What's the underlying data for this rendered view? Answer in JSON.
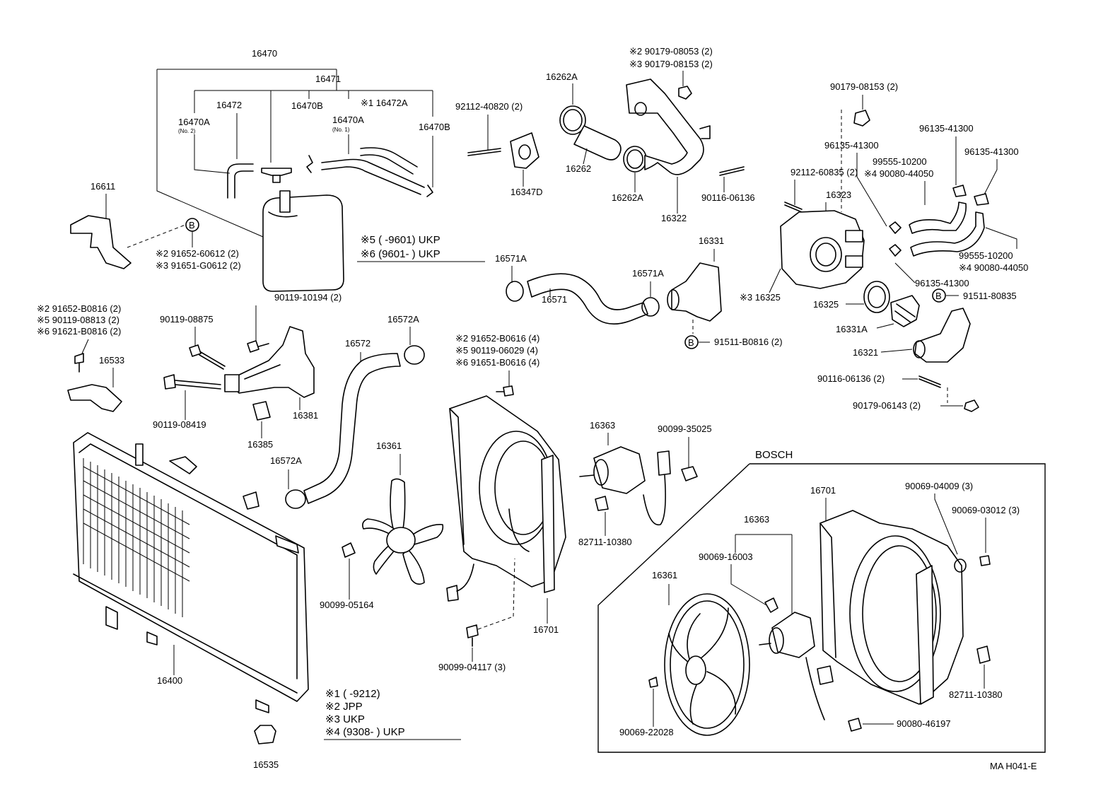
{
  "labels": {
    "reservoir_assy": "16470",
    "reservoir_sub": "16471",
    "hose_16472": "16472",
    "cap_16470b_a": "16470B",
    "hose_16472a": "※1 16472A",
    "hose_16470a_no2": "16470A",
    "no2_tag": "(No. 2)",
    "hose_16470a_no1": "16470A",
    "no1_tag": "(No. 1)",
    "clip_16470b_b": "16470B",
    "bracket_16611": "16611",
    "b_marker_1": "B",
    "bolt_91652_60612": "※2 91652-60612 (2)",
    "bolt_91651_g0612": "※3 91651-G0612 (2)",
    "note5_hdr": "※5 (      -9601) UKP",
    "note6_hdr": "※6 (9601-        ) UKP",
    "stud_92112_40820": "92112-40820 (2)",
    "gasket_16347d": "16347D",
    "clamp_16262a_a": "16262A",
    "hose_16262": "16262",
    "clamp_16262a_b": "16262A",
    "nut_90179_08053": "※2 90179-08053 (2)",
    "nut_90179_08153_a": "※3 90179-08153 (2)",
    "pipe_16322": "16322",
    "stud_90116_06136_a": "90116-06136",
    "stud_92112_60835": "92112-60835 (2)",
    "housing_16323": "16323",
    "nut_90179_08153_b": "90179-08153 (2)",
    "clamp_96135_41300_a": "96135-41300",
    "clamp_96135_41300_b": "96135-41300",
    "clamp_96135_41300_c": "96135-41300",
    "clamp_96135_41300_d": "96135-41300",
    "hose_99555_10200_a": "99555-10200",
    "hose_99555_10200_b": "99555-10200",
    "hose_90080_44050_a": "※4 90080-44050",
    "hose_90080_44050_b": "※4 90080-44050",
    "gasket_16325_a": "※3 16325",
    "gasket_16325_b": "16325",
    "bolt_91511_80835": "91511-80835",
    "b_marker_2": "B",
    "thermostat_16331a": "16331A",
    "inlet_16321": "16321",
    "stud_90116_06136_b": "90116-06136 (2)",
    "nut_90179_06143": "90179-06143 (2)",
    "clamp_16571a_a": "16571A",
    "hose_16571": "16571",
    "clamp_16571a_b": "16571A",
    "outlet_16331": "16331",
    "b_marker_3": "B",
    "bolt_91511_b0816": "91511-B0816 (2)",
    "bolt_91652_b0816": "※2 91652-B0816 (2)",
    "bolt_90119_08813": "※5 90119-08813 (2)",
    "bolt_91621_b0816": "※6 91621-B0816 (2)",
    "bolt_90119_10194": "90119-10194 (2)",
    "bolt_90119_08875": "90119-08875",
    "bracket_16533": "16533",
    "bolt_90119_08419": "90119-08419",
    "cushion_16385": "16385",
    "bracket_16381": "16381",
    "hose_16572": "16572",
    "clamp_16572a_a": "16572A",
    "clamp_16572a_b": "16572A",
    "bolt_91652_b0616": "※2 91652-B0616 (4)",
    "bolt_90119_06029": "※5 90119-06029 (4)",
    "bolt_91651_b0616": "※6 91651-B0616 (4)",
    "fan_16361": "16361",
    "nut_90099_05164": "90099-05164",
    "motor_16363": "16363",
    "clip_90099_35025": "90099-35025",
    "grommet_82711_10380_a": "82711-10380",
    "shroud_16701": "16701",
    "bolt_90099_04117": "90099-04117 (3)",
    "radiator_16400": "16400",
    "cushion_16535": "16535",
    "bosch_title": "BOSCH",
    "bosch_shroud_16701": "16701",
    "bosch_motor_16363": "16363",
    "bosch_washer_90069_16003": "90069-16003",
    "bosch_fan_16361": "16361",
    "bosch_clip_90069_22028": "90069-22028",
    "bosch_90069_04009": "90069-04009 (3)",
    "bosch_90069_03012": "90069-03012 (3)",
    "bosch_82711_10380": "82711-10380",
    "bosch_90080_46197": "90080-46197",
    "legend_1": "※1 (       -9212)",
    "legend_2": "※2 JPP",
    "legend_3": "※3 UKP",
    "legend_4": "※4 (9308-         ) UKP",
    "figure_code": "MA H041-E"
  }
}
